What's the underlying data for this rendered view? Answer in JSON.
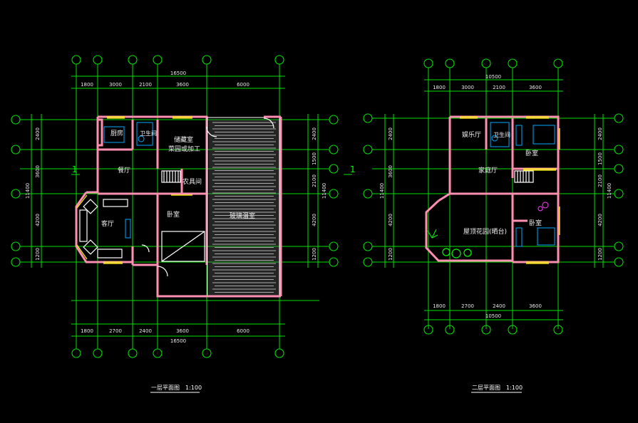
{
  "plan1": {
    "title": "一层平面图",
    "scale": "1:100",
    "top_dims": [
      "1800",
      "3000",
      "2100",
      "3600",
      "6000"
    ],
    "top_total": "16500",
    "bottom_dims": [
      "1800",
      "2700",
      "2400",
      "3600",
      "6000"
    ],
    "bottom_total": "16500",
    "left_dims": [
      "2400",
      "3600",
      "4200",
      "1200"
    ],
    "left_total": "11400",
    "right_dims": [
      "2400",
      "1500",
      "2100",
      "4200",
      "1200"
    ],
    "right_total": "11400",
    "section_mark": "1",
    "rooms": {
      "kitchen": "厨房",
      "toilet": "卫生间",
      "storage": "储藏室",
      "storage2": "菜园或加工",
      "dining": "餐厅",
      "tools": "农具间",
      "living": "客厅",
      "bedroom": "卧室",
      "greenhouse": "玻璃温室"
    }
  },
  "plan2": {
    "title": "二层平面图",
    "scale": "1:100",
    "top_dims": [
      "1800",
      "3000",
      "2100",
      "3600"
    ],
    "top_total": "10500",
    "bottom_dims": [
      "1800",
      "2700",
      "2400",
      "3600"
    ],
    "bottom_total": "10500",
    "left_dims": [
      "2400",
      "3600",
      "4200",
      "1200"
    ],
    "left_total": "11400",
    "right_dims": [
      "2400",
      "1500",
      "2100",
      "4200",
      "1200"
    ],
    "right_total": "11400",
    "rooms": {
      "recreation": "娱乐厅",
      "toilet": "卫生间",
      "bedroom1": "卧室",
      "family": "家庭厅",
      "roof_garden": "屋顶花园(晒台)",
      "bedroom2": "卧室"
    }
  },
  "colors": {
    "axis": "#00e000",
    "wall": "#ff8fb0",
    "window": "#ffff00",
    "fixture": "#00aaff",
    "background": "#000000"
  }
}
